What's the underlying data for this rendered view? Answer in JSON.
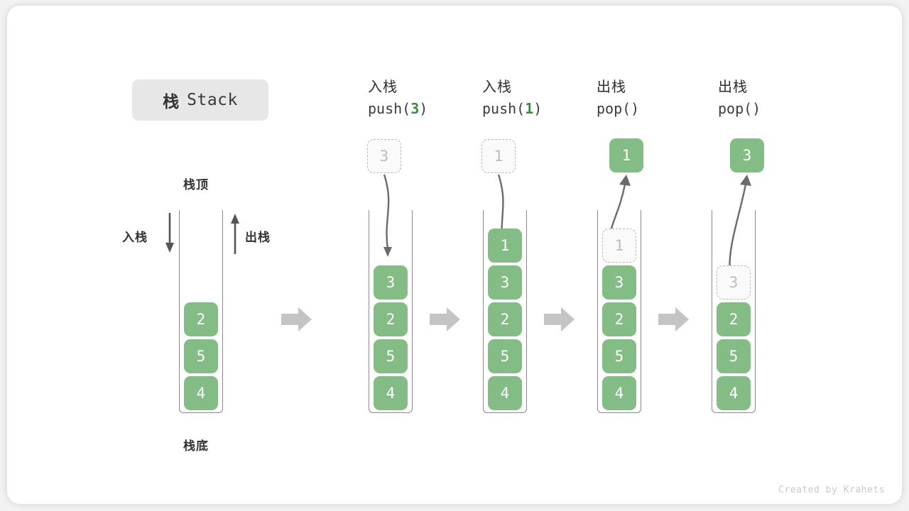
{
  "title": {
    "cjk": "栈",
    "latin": "Stack"
  },
  "left_panel": {
    "top_label": "栈顶",
    "bottom_label": "栈底",
    "push_label": "入栈",
    "pop_label": "出栈",
    "stack_values": [
      "2",
      "5",
      "4"
    ]
  },
  "columns": [
    {
      "id": "push-3",
      "op_cjk": "入栈",
      "op_call_prefix": "push(",
      "op_call_arg": "3",
      "op_call_suffix": ")",
      "floating": {
        "value": "3",
        "style": "ghost"
      },
      "arrow_direction": "down",
      "stack_values": [
        "3",
        "2",
        "5",
        "4"
      ],
      "stack_styles": [
        "solid",
        "solid",
        "solid",
        "solid"
      ]
    },
    {
      "id": "push-1",
      "op_cjk": "入栈",
      "op_call_prefix": "push(",
      "op_call_arg": "1",
      "op_call_suffix": ")",
      "floating": {
        "value": "1",
        "style": "ghost"
      },
      "arrow_direction": "down",
      "stack_values": [
        "1",
        "3",
        "2",
        "5",
        "4"
      ],
      "stack_styles": [
        "solid",
        "solid",
        "solid",
        "solid",
        "solid"
      ]
    },
    {
      "id": "pop-1",
      "op_cjk": "出栈",
      "op_call_prefix": "pop(",
      "op_call_arg": "",
      "op_call_suffix": ")",
      "floating": {
        "value": "1",
        "style": "solid"
      },
      "arrow_direction": "up",
      "stack_values": [
        "1",
        "3",
        "2",
        "5",
        "4"
      ],
      "stack_styles": [
        "ghost",
        "solid",
        "solid",
        "solid",
        "solid"
      ]
    },
    {
      "id": "pop-2",
      "op_cjk": "出栈",
      "op_call_prefix": "pop(",
      "op_call_arg": "",
      "op_call_suffix": ")",
      "floating": {
        "value": "3",
        "style": "solid"
      },
      "arrow_direction": "up",
      "stack_values": [
        "3",
        "2",
        "5",
        "4"
      ],
      "stack_styles": [
        "ghost",
        "solid",
        "solid",
        "solid"
      ]
    }
  ],
  "transition_count": 4,
  "footer": "Created by Krahets",
  "colors": {
    "green": "#83bd85",
    "green_text": "#3c8a44",
    "ghost_border": "#b9b9b9",
    "gray_arrow": "#c4c4c4",
    "line_gray": "#8a8a8a",
    "chip_bg": "#e7e7e7"
  }
}
